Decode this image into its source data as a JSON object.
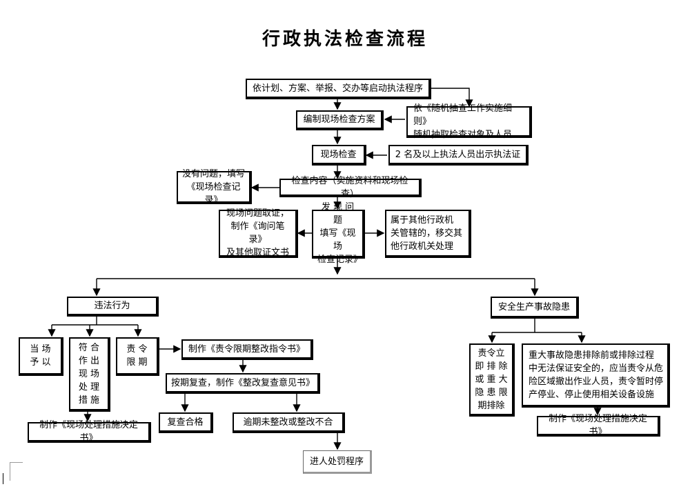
{
  "title": "行政执法检查流程",
  "nodes": {
    "start": "依计划、方案、举报、交办等启动执法程序",
    "plan": "编制现场检查方案",
    "random": "依《随机抽查工作实施细则》\n随机抽取检查对象及人员",
    "onsite": "现场检查",
    "badge": "2 名及以上执法人员出示执法证",
    "content": "检查内容（实施资料和现场检查）",
    "noissue": "没有问题，填写\n《现场检查记录》",
    "evidence": "现场问题取证，\n制作《询问笔录》\n及其他取证文书",
    "found": "发 现 问 题\n填写《现场\n检查记录》",
    "other": "属于其他行政机\n关管辖的，移交其\n他行政机关处理",
    "violation": "违法行为",
    "safety": "安全生产事故隐患",
    "col1": "当 场\n予 以",
    "col2": "符 合\n作 出\n现 场\n处 理\n措 施",
    "col3": "责 令\n限 期",
    "order": "制作《责令限期整改指令书》",
    "recheck": "按期复查，制作《整改复查意见书》",
    "pass": "复查合格",
    "fail": "逾期未整改或整改不合",
    "penalty": "进人处罚程序",
    "measure_left": "制作《现场处理措施决定书》",
    "immediate": "责令立\n即 排 除\n或 重 大\n隐 患 限\n期排除",
    "major": "重大事故隐患排除前或排除过程\n中无法保证安全的，应当责令从危\n险区域撤出作业人员，责令暂时停\n产停业、停止使用相关设备设施",
    "measure_right": "制作《现场处理措施决定书》"
  }
}
